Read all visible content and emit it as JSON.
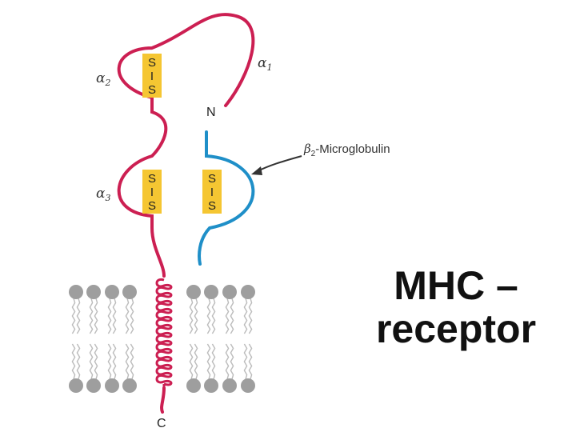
{
  "labels": {
    "alpha1": {
      "symbol": "α",
      "sub": "1"
    },
    "alpha2": {
      "symbol": "α",
      "sub": "2"
    },
    "alpha3": {
      "symbol": "α",
      "sub": "3"
    },
    "n_terminus": "N",
    "c_terminus": "C",
    "beta2_symbol": "β",
    "beta2_sub": "2",
    "beta2_text": "-Microglobulin"
  },
  "disulfide": {
    "top": "S",
    "bar": "I",
    "bottom": "S"
  },
  "title": {
    "line1": "MHC –",
    "line2": "receptor"
  },
  "colors": {
    "heavy_chain": "#cc1f52",
    "beta2_chain": "#1f8fc8",
    "disulfide_box": "#f5c632",
    "lipid_head": "#9e9e9e",
    "lipid_tail": "#bcbcbc",
    "arrow": "#333333"
  }
}
